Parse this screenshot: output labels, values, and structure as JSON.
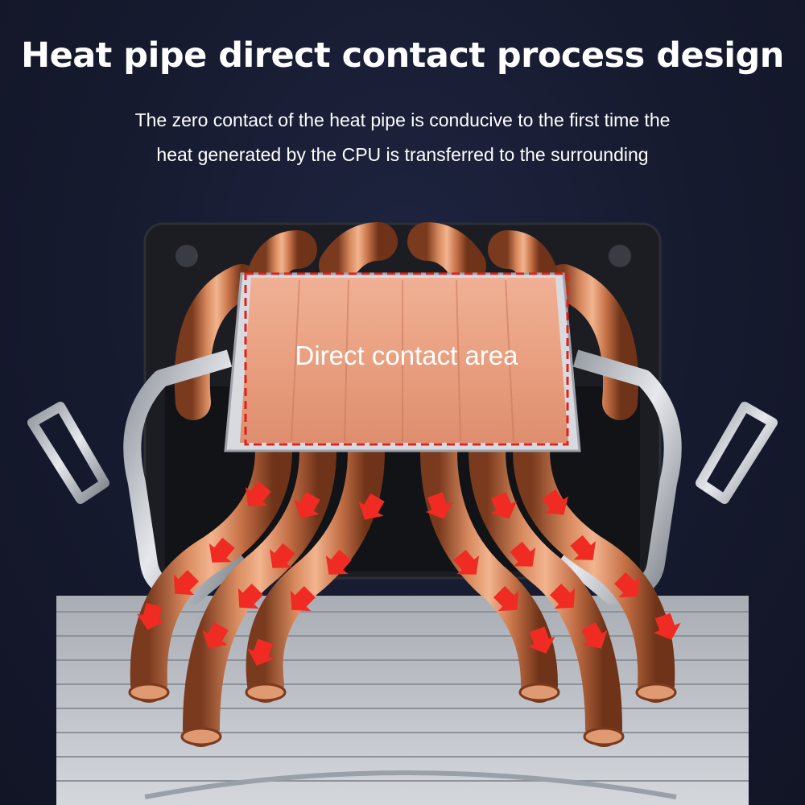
{
  "header": {
    "title": "Heat pipe direct contact process design",
    "subtitle_line1": "The zero contact of the heat pipe is conducive to the first time the",
    "subtitle_line2": "heat generated by the CPU is transferred to the surrounding"
  },
  "product": {
    "contact_label": "Direct contact area",
    "icons": [
      "heat-flow-arrow-icon"
    ],
    "colors": {
      "background": "#161a2e",
      "copper": "#c7764a",
      "highlight_dash": "#e0201c",
      "arrow": "#f02b23"
    }
  }
}
